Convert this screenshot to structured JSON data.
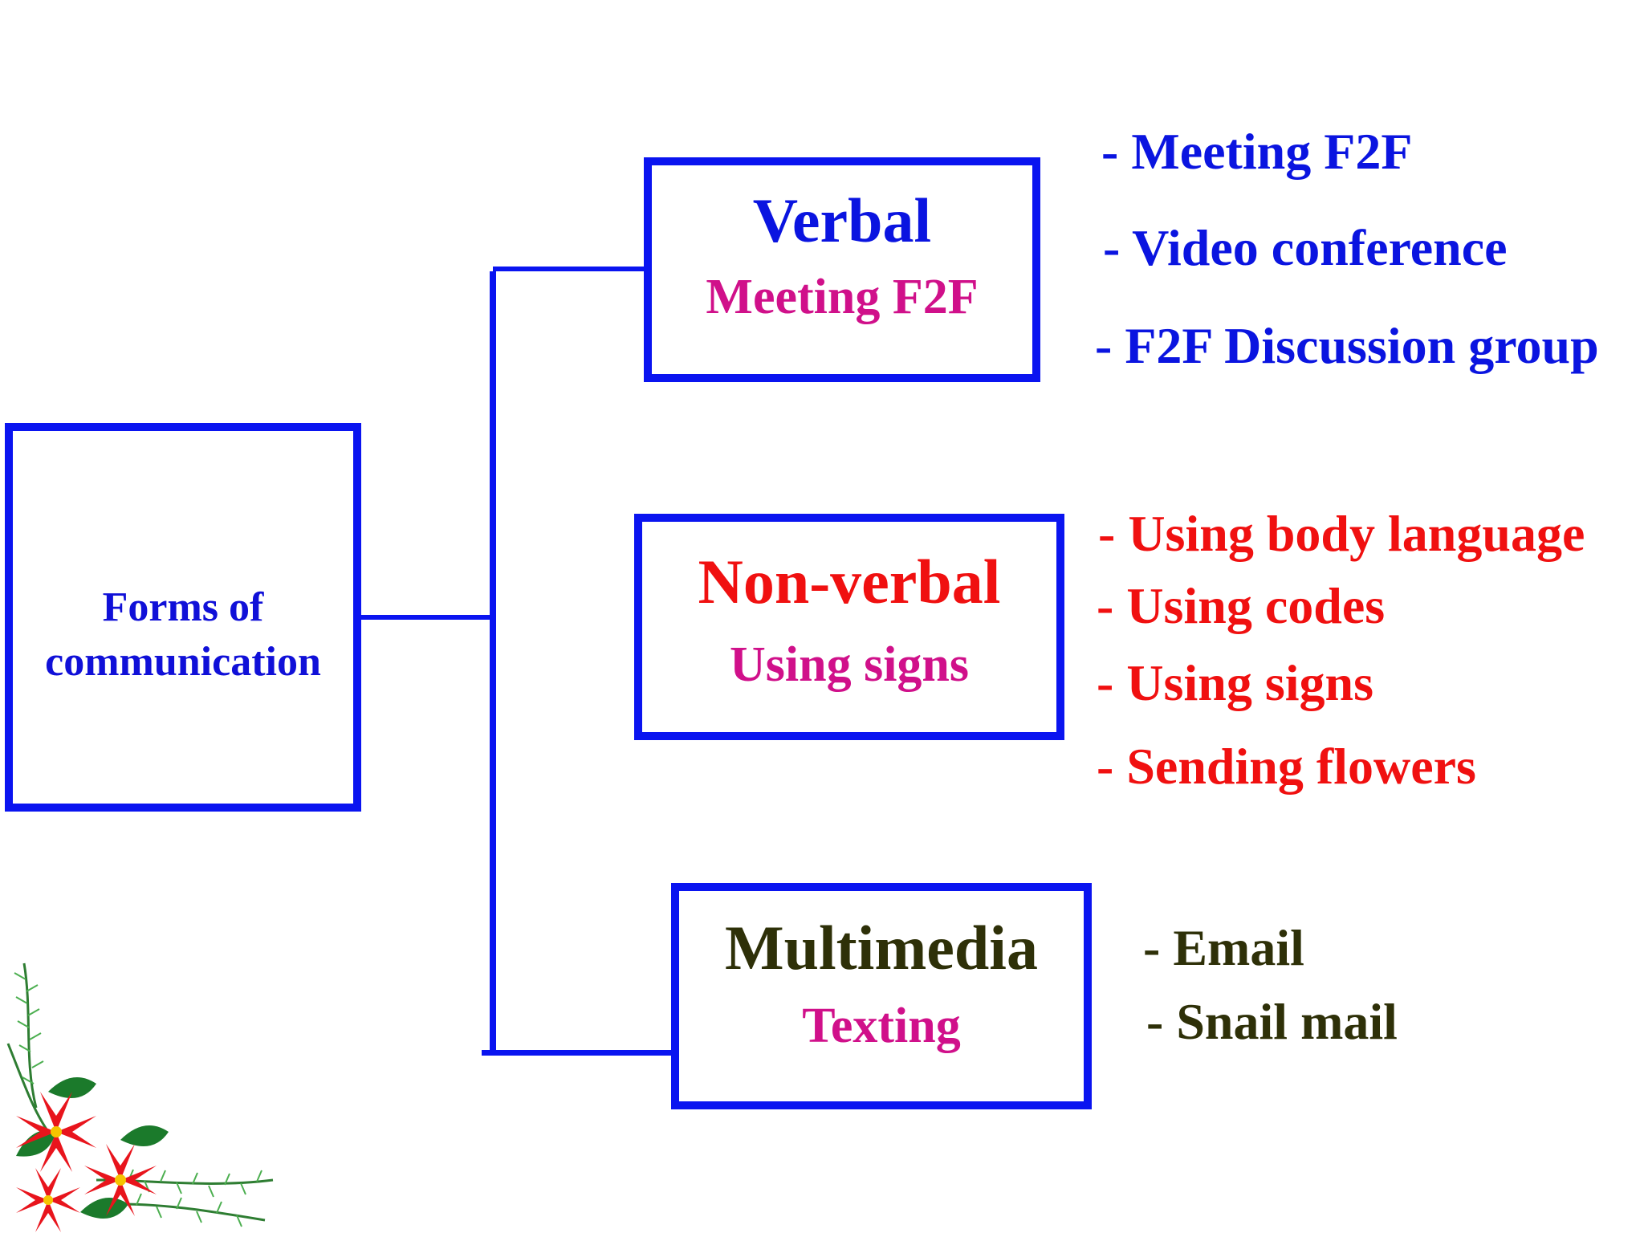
{
  "root": {
    "label_line1": "Forms of",
    "label_line2": "communication"
  },
  "categories": [
    {
      "title": "Verbal",
      "subtitle": "Meeting F2F",
      "items": [
        "- Meeting F2F",
        "- Video conference",
        "- F2F Discussion group"
      ],
      "title_color": "#0a14e0",
      "item_color": "#0a14e0"
    },
    {
      "title": "Non-verbal",
      "subtitle": "Using signs",
      "items": [
        "- Using body language",
        "- Using codes",
        "- Using signs",
        "- Sending flowers"
      ],
      "title_color": "#f01010",
      "item_color": "#f01010"
    },
    {
      "title": "Multimedia",
      "subtitle": "Texting",
      "items": [
        "- Email",
        "- Snail mail"
      ],
      "title_color": "#2e3008",
      "item_color": "#2e3008"
    }
  ],
  "colors": {
    "box_border": "#0a14f0",
    "subtitle": "#d0108a"
  },
  "decoration": "poinsettia-corner-illustration"
}
